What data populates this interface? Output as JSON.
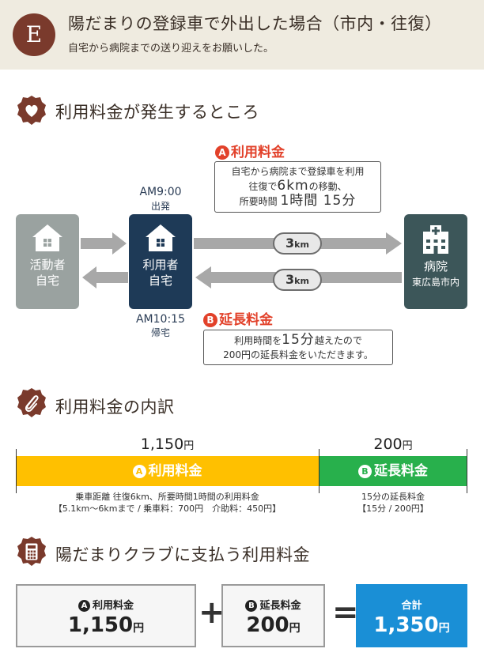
{
  "header": {
    "badge": "E",
    "title": "陽だまりの登録車で外出した場合（市内・往復）",
    "subtitle": "自宅から病院までの送り迎えをお願いした。"
  },
  "section1": {
    "title": "利用料金が発生するところ"
  },
  "section2": {
    "title": "利用料金の内訳"
  },
  "section3": {
    "title": "陽だまりクラブに支払う利用料金"
  },
  "nodes": {
    "home": {
      "line1": "活動者",
      "line2": "自宅"
    },
    "user": {
      "line1": "利用者",
      "line2": "自宅"
    },
    "hospital": {
      "line1": "病院",
      "line2": "東広島市内"
    }
  },
  "times": {
    "depart_time": "AM9:00",
    "depart_label": "出発",
    "return_time": "AM10:15",
    "return_label": "帰宅"
  },
  "distances": {
    "outbound": "3",
    "return": "3",
    "unit": "km"
  },
  "fee_a": {
    "marker": "A",
    "title": "利用料金",
    "note_line1": "自宅から病院まで登録車を利用",
    "note_line2_pre": "往復で",
    "note_line2_big": "6km",
    "note_line2_post": "の移動、",
    "note_line3_pre": "所要時間",
    "note_line3_big": "1時間 15分"
  },
  "fee_b": {
    "marker": "B",
    "title": "延長料金",
    "note_line1_pre": "利用時間を",
    "note_line1_big": "15分",
    "note_line1_post": "越えたので",
    "note_line2": "200円の延長料金をいただきます。"
  },
  "breakdown": {
    "a_amount": "1,150",
    "b_amount": "200",
    "yen": "円",
    "a_label": "利用料金",
    "b_label": "延長料金",
    "a_desc1": "乗車距離 往復6km、所要時間1時間の利用料金",
    "a_desc2": "【5.1km〜6kmまで / 乗車料：700円　介助料：450円】",
    "b_desc1": "15分の延長料金",
    "b_desc2": "【15分 / 200円】"
  },
  "totals": {
    "a_label": "利用料金",
    "a_value": "1,150",
    "b_label": "延長料金",
    "b_value": "200",
    "total_label": "合計",
    "total_value": "1,350",
    "yen": "円",
    "plus": "+",
    "equals": "="
  },
  "colors": {
    "badge": "#7a3a2c",
    "fee_red": "#e2412a",
    "bar_a": "#ffc000",
    "bar_b": "#28b04c",
    "total": "#1a8fd6"
  }
}
